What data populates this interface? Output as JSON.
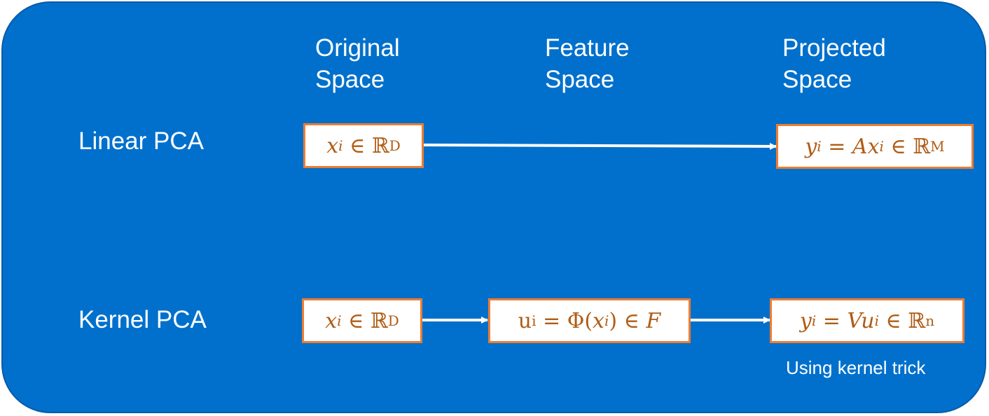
{
  "headers": {
    "original": [
      "Original",
      "Space"
    ],
    "feature": [
      "Feature",
      "Space"
    ],
    "projected": [
      "Projected",
      "Space"
    ]
  },
  "rows": {
    "linear": {
      "label": "Linear PCA",
      "input": {
        "var": "x",
        "sub": "i",
        "rel": "∈",
        "set": "ℝ",
        "sup": "D"
      },
      "output": {
        "lhs": "y",
        "lhs_sub": "i",
        "eq": "=",
        "rhs": "Ax",
        "rhs_sub": "i",
        "rel": "∈",
        "set": "ℝ",
        "sup": "M"
      }
    },
    "kernel": {
      "label": "Kernel PCA",
      "input": {
        "var": "x",
        "sub": "i",
        "rel": "∈",
        "set": "ℝ",
        "sup": "D"
      },
      "feature": {
        "lhs": "u",
        "lhs_sub": "i",
        "eq": "=",
        "phi": "Φ(",
        "arg": "x",
        "arg_sub": "i",
        "close": ")",
        "rel": "∈",
        "space": "F"
      },
      "output": {
        "lhs": "y",
        "lhs_sub": "i",
        "eq": "=",
        "rhs": "Vu",
        "rhs_sub": "i",
        "rel": "∈",
        "set": "ℝ",
        "sup": "n"
      },
      "note": "Using kernel trick"
    }
  },
  "colors": {
    "background": "#0070cc",
    "box_border": "#ed7d31",
    "math_text": "#b05c14",
    "arrow": "#ffffff"
  }
}
